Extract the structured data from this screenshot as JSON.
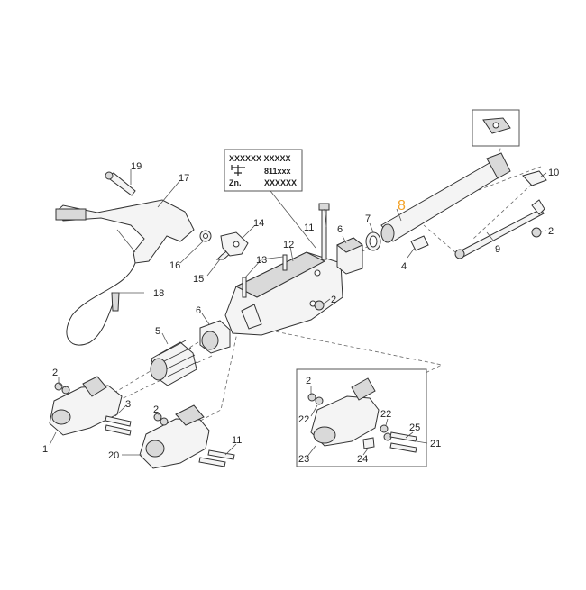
{
  "label_plate": {
    "line1": "XXXXXX  XXXXX",
    "line2": "811xxx",
    "line3_prefix": "Zn.",
    "line3_value": "XXXXXX"
  },
  "colors": {
    "highlight": "#f4a124",
    "line": "#333333",
    "callout_text": "#222222"
  },
  "callouts": {
    "c1": "1",
    "c2a": "2",
    "c2b": "2",
    "c2c": "2",
    "c2d": "2",
    "c2e": "2",
    "c3": "3",
    "c4": "4",
    "c5": "5",
    "c6a": "6",
    "c6b": "6",
    "c7": "7",
    "c8": "8",
    "c9": "9",
    "c10": "10",
    "c11a": "11",
    "c11b": "11",
    "c12": "12",
    "c13": "13",
    "c14": "14",
    "c15": "15",
    "c16": "16",
    "c17": "17",
    "c18": "18",
    "c19": "19",
    "c20": "20",
    "c21": "21",
    "c22a": "22",
    "c22b": "22",
    "c23": "23",
    "c24": "24",
    "c25": "25"
  }
}
